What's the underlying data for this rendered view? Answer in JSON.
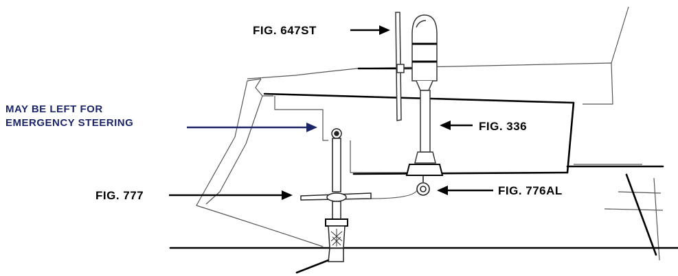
{
  "labels": {
    "fig_647st": "FIG. 647ST",
    "fig_336": "FIG. 336",
    "fig_777": "FIG. 777",
    "fig_776al": "FIG. 776AL",
    "emergency_line1": "MAY BE LEFT FOR",
    "emergency_line2": "EMERGENCY STEERING"
  },
  "colors": {
    "label_black": "#000000",
    "label_blue": "#1b2466",
    "line": "#333333",
    "bold_line": "#000000"
  }
}
